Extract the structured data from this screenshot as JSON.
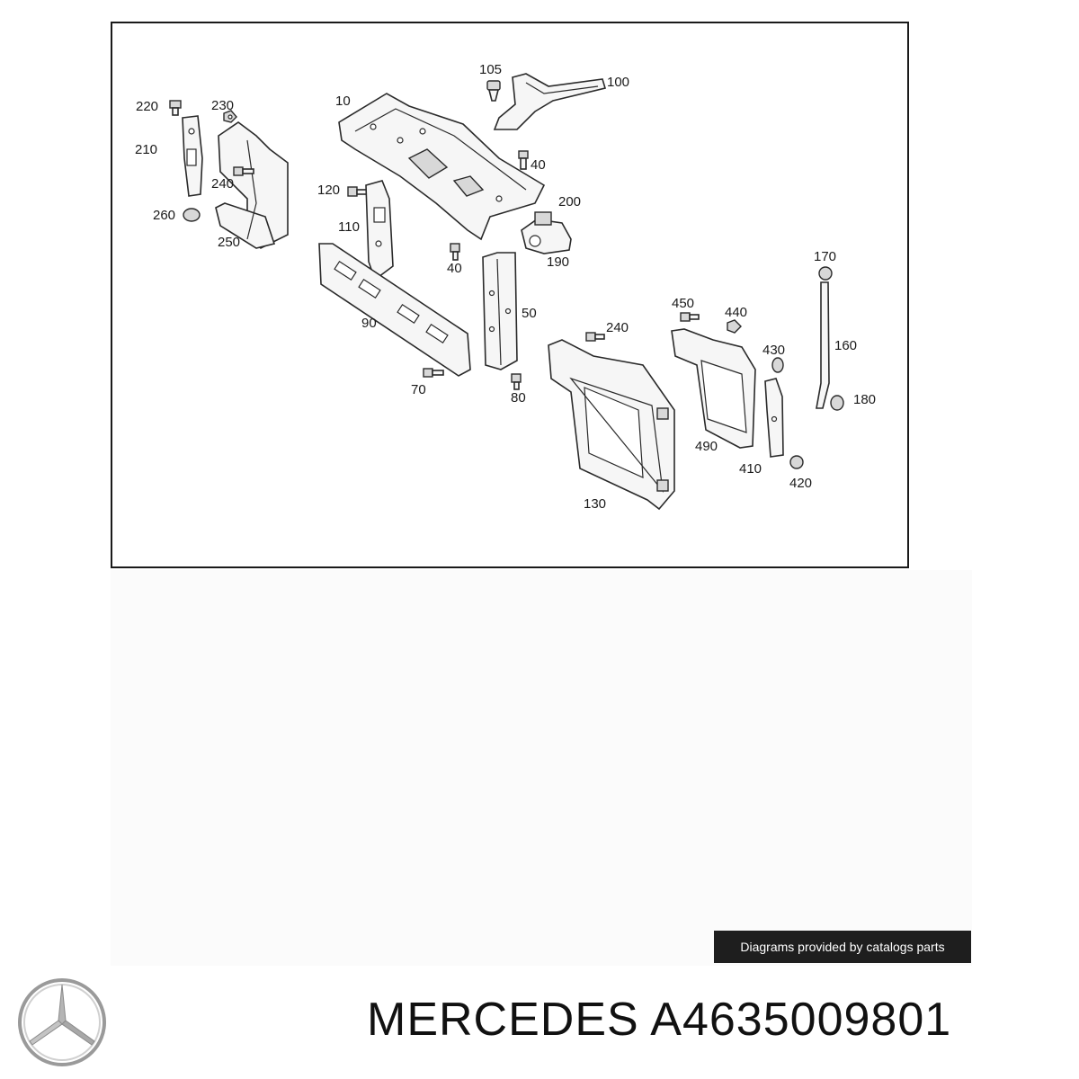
{
  "diagram": {
    "callouts": [
      {
        "id": "c220",
        "text": "220"
      },
      {
        "id": "c230",
        "text": "230"
      },
      {
        "id": "c210",
        "text": "210"
      },
      {
        "id": "c240a",
        "text": "240"
      },
      {
        "id": "c260",
        "text": "260"
      },
      {
        "id": "c250",
        "text": "250"
      },
      {
        "id": "c10",
        "text": "10"
      },
      {
        "id": "c105",
        "text": "105"
      },
      {
        "id": "c100",
        "text": "100"
      },
      {
        "id": "c40a",
        "text": "40"
      },
      {
        "id": "c120",
        "text": "120"
      },
      {
        "id": "c200",
        "text": "200"
      },
      {
        "id": "c110",
        "text": "110"
      },
      {
        "id": "c40b",
        "text": "40"
      },
      {
        "id": "c190",
        "text": "190"
      },
      {
        "id": "c90",
        "text": "90"
      },
      {
        "id": "c50",
        "text": "50"
      },
      {
        "id": "c70",
        "text": "70"
      },
      {
        "id": "c80",
        "text": "80"
      },
      {
        "id": "c240b",
        "text": "240"
      },
      {
        "id": "c450",
        "text": "450"
      },
      {
        "id": "c440",
        "text": "440"
      },
      {
        "id": "c170",
        "text": "170"
      },
      {
        "id": "c430",
        "text": "430"
      },
      {
        "id": "c160",
        "text": "160"
      },
      {
        "id": "c180",
        "text": "180"
      },
      {
        "id": "c490",
        "text": "490"
      },
      {
        "id": "c410",
        "text": "410"
      },
      {
        "id": "c420",
        "text": "420"
      },
      {
        "id": "c130",
        "text": "130"
      }
    ]
  },
  "badge": {
    "text": "Diagrams provided by catalogs parts"
  },
  "brand": {
    "title": "MERCEDES A4635009801"
  },
  "icons": {
    "logo": "mercedes-star-logo-icon"
  }
}
